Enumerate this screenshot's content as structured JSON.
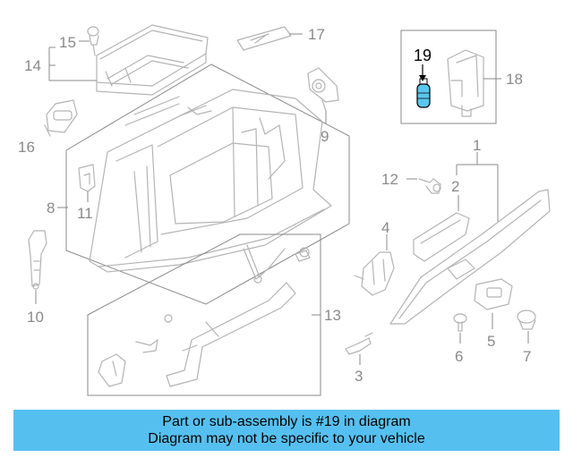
{
  "callouts": {
    "c1": "1",
    "c2": "2",
    "c3": "3",
    "c4": "4",
    "c5": "5",
    "c6": "6",
    "c7": "7",
    "c8": "8",
    "c9": "9",
    "c10": "10",
    "c11": "11",
    "c12": "12",
    "c13": "13",
    "c14": "14",
    "c15": "15",
    "c16": "16",
    "c17": "17",
    "c18": "18",
    "c19": "19"
  },
  "highlight_part": "19",
  "banner": {
    "line1": "Part or sub-assembly is #19 in diagram",
    "line2": "Diagram may not be specific to your vehicle"
  },
  "colors": {
    "highlight_part": "#5bc6ef",
    "banner_background": "#55c0f0",
    "part_outline": "#b4b4b4",
    "label_text": "#8a8a8a"
  }
}
